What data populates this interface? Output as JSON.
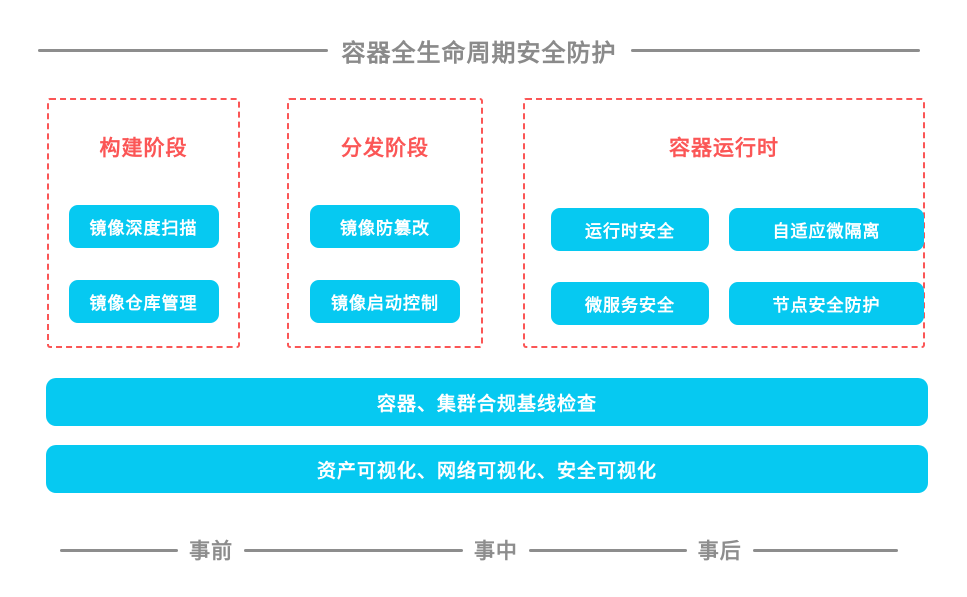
{
  "title": "容器全生命周期安全防护",
  "phases": [
    {
      "label": "构建阶段",
      "items": [
        "镜像深度扫描",
        "镜像仓库管理"
      ]
    },
    {
      "label": "分发阶段",
      "items": [
        "镜像防篡改",
        "镜像启动控制"
      ]
    },
    {
      "label": "容器运行时",
      "items": [
        "运行时安全",
        "自适应微隔离",
        "微服务安全",
        "节点安全防护"
      ]
    }
  ],
  "bars": [
    {
      "label": "容器、集群合规基线检查"
    },
    {
      "label": "资产可视化、网络可视化、安全可视化"
    }
  ],
  "timeline": [
    {
      "label": "事前"
    },
    {
      "label": "事中"
    },
    {
      "label": "事后"
    }
  ],
  "colors": {
    "cyan": "#06c9f1",
    "red": "#fb5656",
    "gray": "#8d8d8d"
  }
}
